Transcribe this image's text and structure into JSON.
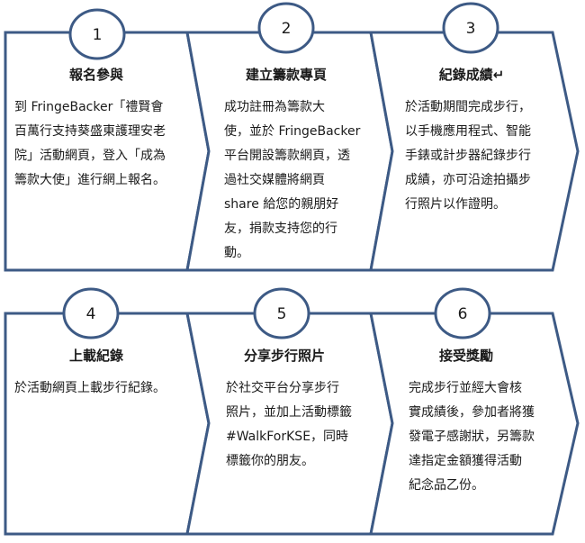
{
  "steps": [
    {
      "number": "1",
      "title": "報名參與",
      "description": "到 FringeBacker「禮賢會\n百萬行支持葵盛東護理安老\n院」活動網頁，登入「成為\n籌款大使」進行網上報名。"
    },
    {
      "number": "2",
      "title": "建立籌款專頁",
      "description": "成功註冊為籌款大\n使，並於 FringeBacker\n平台開設籌款網頁，透\n過社交媒體將網頁\nshare 給您的親朋好\n友，捐款支持您的行\n動。"
    },
    {
      "number": "3",
      "title": "紀錄成績↵",
      "description": "於活動期間完成步行，\n以手機應用程式、智能\n手錶或計步器紀錄步行\n成績，亦可沿途拍攝步\n行照片以作證明。"
    },
    {
      "number": "4",
      "title": "上載紀錄",
      "description": "於活動網頁上載步行紀錄。"
    },
    {
      "number": "5",
      "title": "分享步行照片",
      "description": "於社交平台分享步行\n照片，並加上活動標籤\n#WalkForKSE，同時\n標籤你的朋友。"
    },
    {
      "number": "6",
      "title": "接受獎勵",
      "description": "完成步行並經大會核\n實成績後，參加者將獲\n發電子感謝狀，另籌款\n達指定金額獲得活動\n紀念品乙份。"
    }
  ],
  "colors": {
    "outline": "#3d5a85",
    "fill": "#ffffff",
    "text": "#1a1a1a"
  }
}
